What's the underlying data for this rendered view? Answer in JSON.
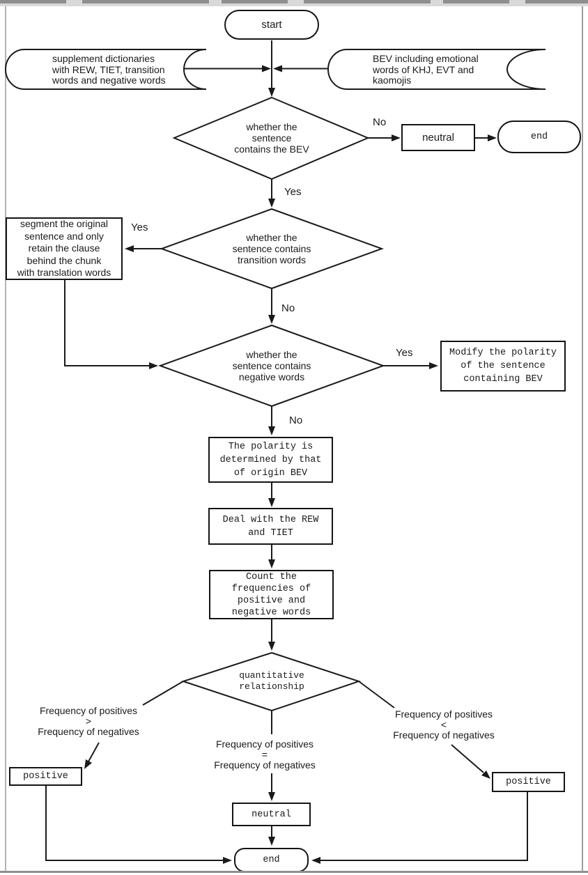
{
  "figure": {
    "type": "flowchart",
    "colors": {
      "ink": "#1a1a1a",
      "frame_gray": "#9d9d9d",
      "band_light": "#d9d9d9",
      "band_dark": "#8f8f8f",
      "background": "#ffffff"
    }
  },
  "nodes": {
    "start": {
      "label": "start"
    },
    "inputLeft": {
      "lines": [
        "supplement dictionaries",
        "with REW, TIET, transition",
        "words and negative words"
      ]
    },
    "inputRight": {
      "lines": [
        "BEV including emotional",
        "words of KHJ, EVT and",
        "kaomojis"
      ]
    },
    "decisionBev": {
      "lines": [
        "whether the",
        "sentence",
        "contains the BEV"
      ]
    },
    "neutralTop": {
      "label": "neutral"
    },
    "endTop": {
      "label": "end"
    },
    "decisionTransition": {
      "lines": [
        "whether the",
        "sentence contains",
        "transition words"
      ]
    },
    "segment": {
      "lines": [
        "segment the original",
        "sentence and only",
        "retain the clause",
        "behind the chunk",
        "with translation words"
      ]
    },
    "decisionNegative": {
      "lines": [
        "whether the",
        "sentence contains",
        "negative words"
      ]
    },
    "modify": {
      "lines": [
        "Modify the polarity",
        "of the sentence",
        "containing BEV"
      ]
    },
    "polarity": {
      "lines": [
        "The polarity is",
        "determined by that",
        "of origin BEV"
      ]
    },
    "deal": {
      "lines": [
        "Deal with the REW",
        "and TIET"
      ]
    },
    "count": {
      "lines": [
        "Count the",
        "frequencies of",
        "positive and",
        "negative words"
      ]
    },
    "decisionQuantitative": {
      "lines": [
        "quantitative",
        "relationship"
      ]
    },
    "branchGreater": {
      "lines": [
        "Frequency of positives",
        ">",
        "Frequency of negatives"
      ]
    },
    "branchEqual": {
      "lines": [
        "Frequency of positives",
        "=",
        "Frequency of negatives"
      ]
    },
    "branchLess": {
      "lines": [
        "Frequency of positives",
        "<",
        "Frequency of negatives"
      ]
    },
    "positiveLeft": {
      "label": "positive"
    },
    "positiveRight": {
      "label": "positive"
    },
    "neutralBottom": {
      "label": "neutral"
    },
    "endBottom": {
      "label": "end"
    }
  },
  "edgeLabels": {
    "bevNo": "No",
    "bevYes": "Yes",
    "transitionYes": "Yes",
    "transitionNo": "No",
    "negativeYes": "Yes",
    "negativeNo": "No"
  }
}
